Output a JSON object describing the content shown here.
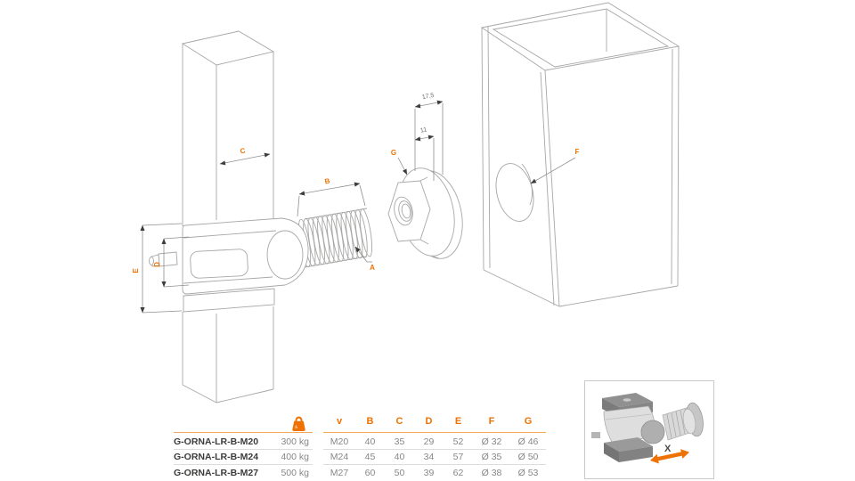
{
  "accent_color": "#ee7203",
  "line_color": "#a7a7a6",
  "drawing": {
    "labels": {
      "a": "A",
      "b": "B",
      "c": "C",
      "d": "D",
      "e": "E",
      "f": "F",
      "g": "G"
    },
    "dims": {
      "d175": "17,5",
      "d11": "11"
    },
    "inset": {
      "x": "X"
    }
  },
  "table": {
    "headers": [
      "v",
      "B",
      "C",
      "D",
      "E",
      "F",
      "G"
    ],
    "weight_icon": "weight-icon",
    "rows": [
      {
        "name": "G-ORNA-LR-B-M20",
        "weight": "300 kg",
        "v": "M20",
        "b": "40",
        "c": "35",
        "d": "29",
        "e": "52",
        "f": "Ø 32",
        "g": "Ø 46"
      },
      {
        "name": "G-ORNA-LR-B-M24",
        "weight": "400 kg",
        "v": "M24",
        "b": "45",
        "c": "40",
        "d": "34",
        "e": "57",
        "f": "Ø 35",
        "g": "Ø 50"
      },
      {
        "name": "G-ORNA-LR-B-M27",
        "weight": "500 kg",
        "v": "M27",
        "b": "60",
        "c": "50",
        "d": "39",
        "e": "62",
        "f": "Ø 38",
        "g": "Ø 53"
      }
    ]
  }
}
